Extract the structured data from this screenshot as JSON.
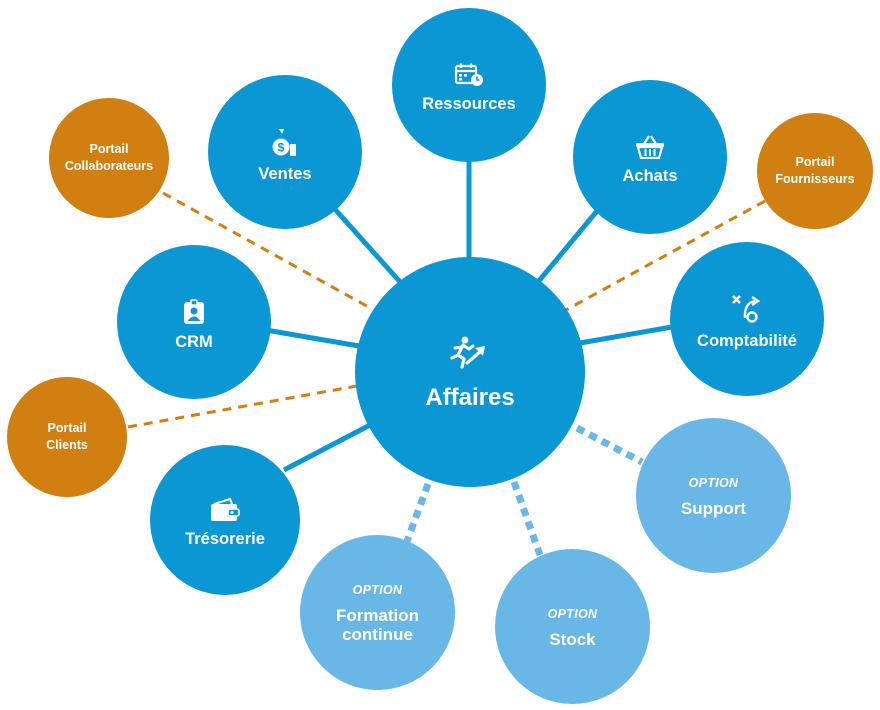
{
  "diagram": {
    "colors": {
      "module": "#0a97d4",
      "portal": "#d07f10",
      "option": "#68b7e6",
      "link_module": "#0a97d4",
      "link_portal": "#d07f10",
      "link_option": "#68b7e6"
    },
    "center": {
      "label": "Affaires",
      "icon": "running-person-arrow-icon"
    },
    "modules": {
      "ressources": {
        "label": "Ressources",
        "icon": "calendar-clock-icon"
      },
      "ventes": {
        "label": "Ventes",
        "icon": "money-bag-icon"
      },
      "achats": {
        "label": "Achats",
        "icon": "shopping-basket-icon"
      },
      "crm": {
        "label": "CRM",
        "icon": "id-badge-icon"
      },
      "comptabilite": {
        "label": "Comptabilité",
        "icon": "strategy-play-icon"
      },
      "tresorerie": {
        "label": "Trésorerie",
        "icon": "wallet-icon"
      }
    },
    "portals": {
      "collaborateurs": {
        "line1": "Portail",
        "line2": "Collaborateurs"
      },
      "fournisseurs": {
        "line1": "Portail",
        "line2": "Fournisseurs"
      },
      "clients": {
        "line1": "Portail",
        "line2": "Clients"
      }
    },
    "options": {
      "tag": "OPTION",
      "support": {
        "line1": "Support"
      },
      "stock": {
        "line1": "Stock"
      },
      "formation": {
        "line1": "Formation",
        "line2": "continue"
      }
    }
  }
}
